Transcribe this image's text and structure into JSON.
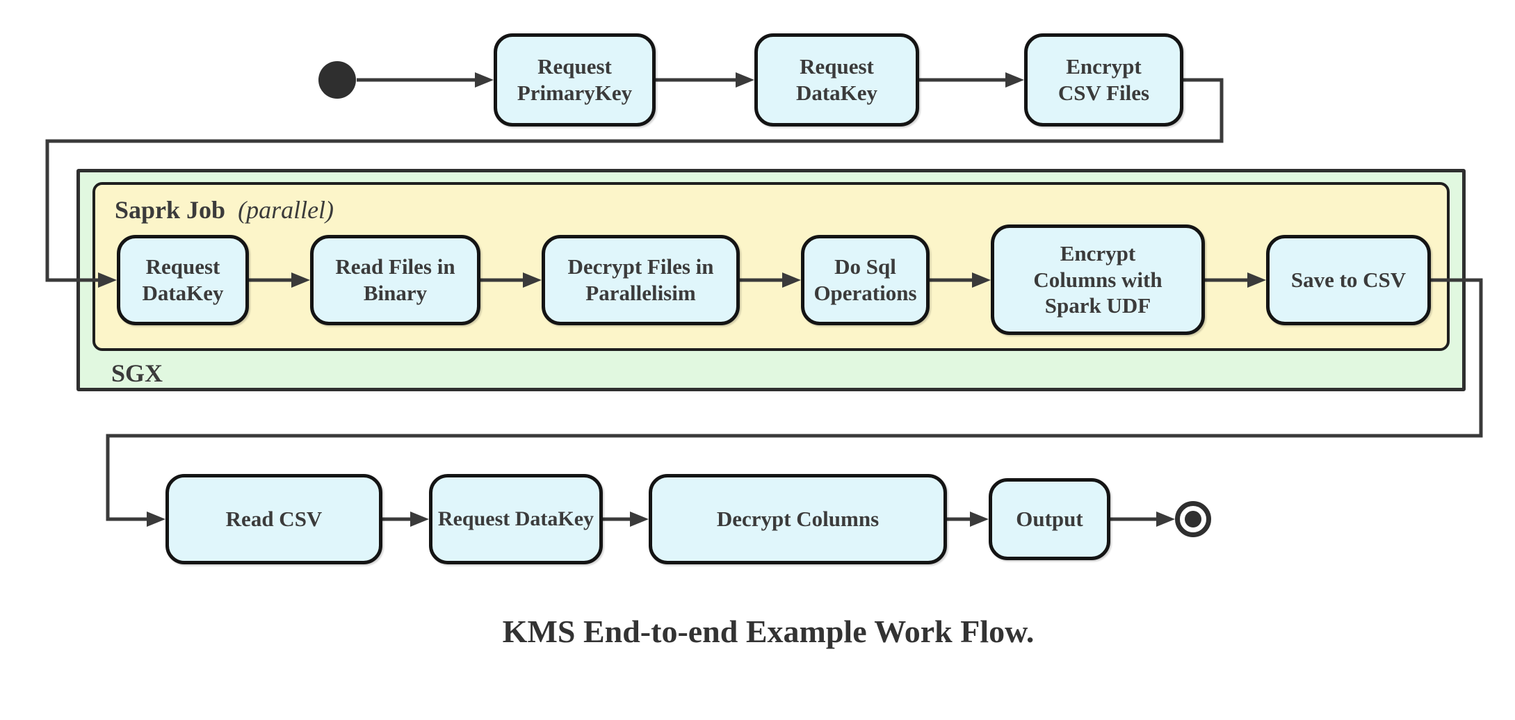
{
  "diagram": {
    "caption": "KMS End-to-end Example Work Flow.",
    "containers": {
      "sgx": {
        "label": "SGX"
      },
      "spark_job": {
        "label_bold": "Saprk Job",
        "label_italic": "(parallel)"
      }
    },
    "nodes": {
      "start": {
        "type": "initial"
      },
      "request_primarykey": {
        "label": "Request\nPrimaryKey"
      },
      "request_datakey_top": {
        "label": "Request\nDataKey"
      },
      "encrypt_csv_files": {
        "label": "Encrypt\nCSV Files"
      },
      "request_datakey_sgx": {
        "label": "Request\nDataKey"
      },
      "read_files_in_binary": {
        "label": "Read Files in\nBinary"
      },
      "decrypt_files_in_parallelisim": {
        "label": "Decrypt Files in\nParallelisim"
      },
      "do_sql_operations": {
        "label": "Do Sql\nOperations"
      },
      "encrypt_columns_with_spark_udf": {
        "label": "Encrypt\nColumns with\nSpark UDF"
      },
      "save_to_csv": {
        "label": "Save to CSV"
      },
      "read_csv": {
        "label": "Read CSV"
      },
      "request_datakey_client": {
        "label": "Request DataKey"
      },
      "decrypt_columns": {
        "label": "Decrypt Columns"
      },
      "output": {
        "label": "Output"
      },
      "end": {
        "type": "final"
      }
    },
    "edges": [
      "start -> Request PrimaryKey",
      "Request PrimaryKey -> Request DataKey",
      "Request DataKey -> Encrypt CSV Files",
      "Encrypt CSV Files -> Request DataKey (Saprk Job)",
      "Request DataKey (Saprk Job) -> Read Files in Binary",
      "Read Files in Binary -> Decrypt Files in Parallelisim",
      "Decrypt Files in Parallelisim -> Do Sql Operations",
      "Do Sql Operations -> Encrypt Columns with Spark UDF",
      "Encrypt Columns with Spark UDF -> Save to CSV",
      "Save to CSV -> Read CSV",
      "Read CSV -> Request DataKey (client)",
      "Request DataKey (client) -> Decrypt Columns",
      "Decrypt Columns -> Output",
      "Output -> end"
    ],
    "colors": {
      "node_fill": "#e0f6fb",
      "node_border": "#141414",
      "spark_container_fill": "#fcf5c9",
      "sgx_container_fill": "#e1f8e0",
      "edge": "#3a3a3a",
      "text": "#3b3b3b"
    }
  }
}
